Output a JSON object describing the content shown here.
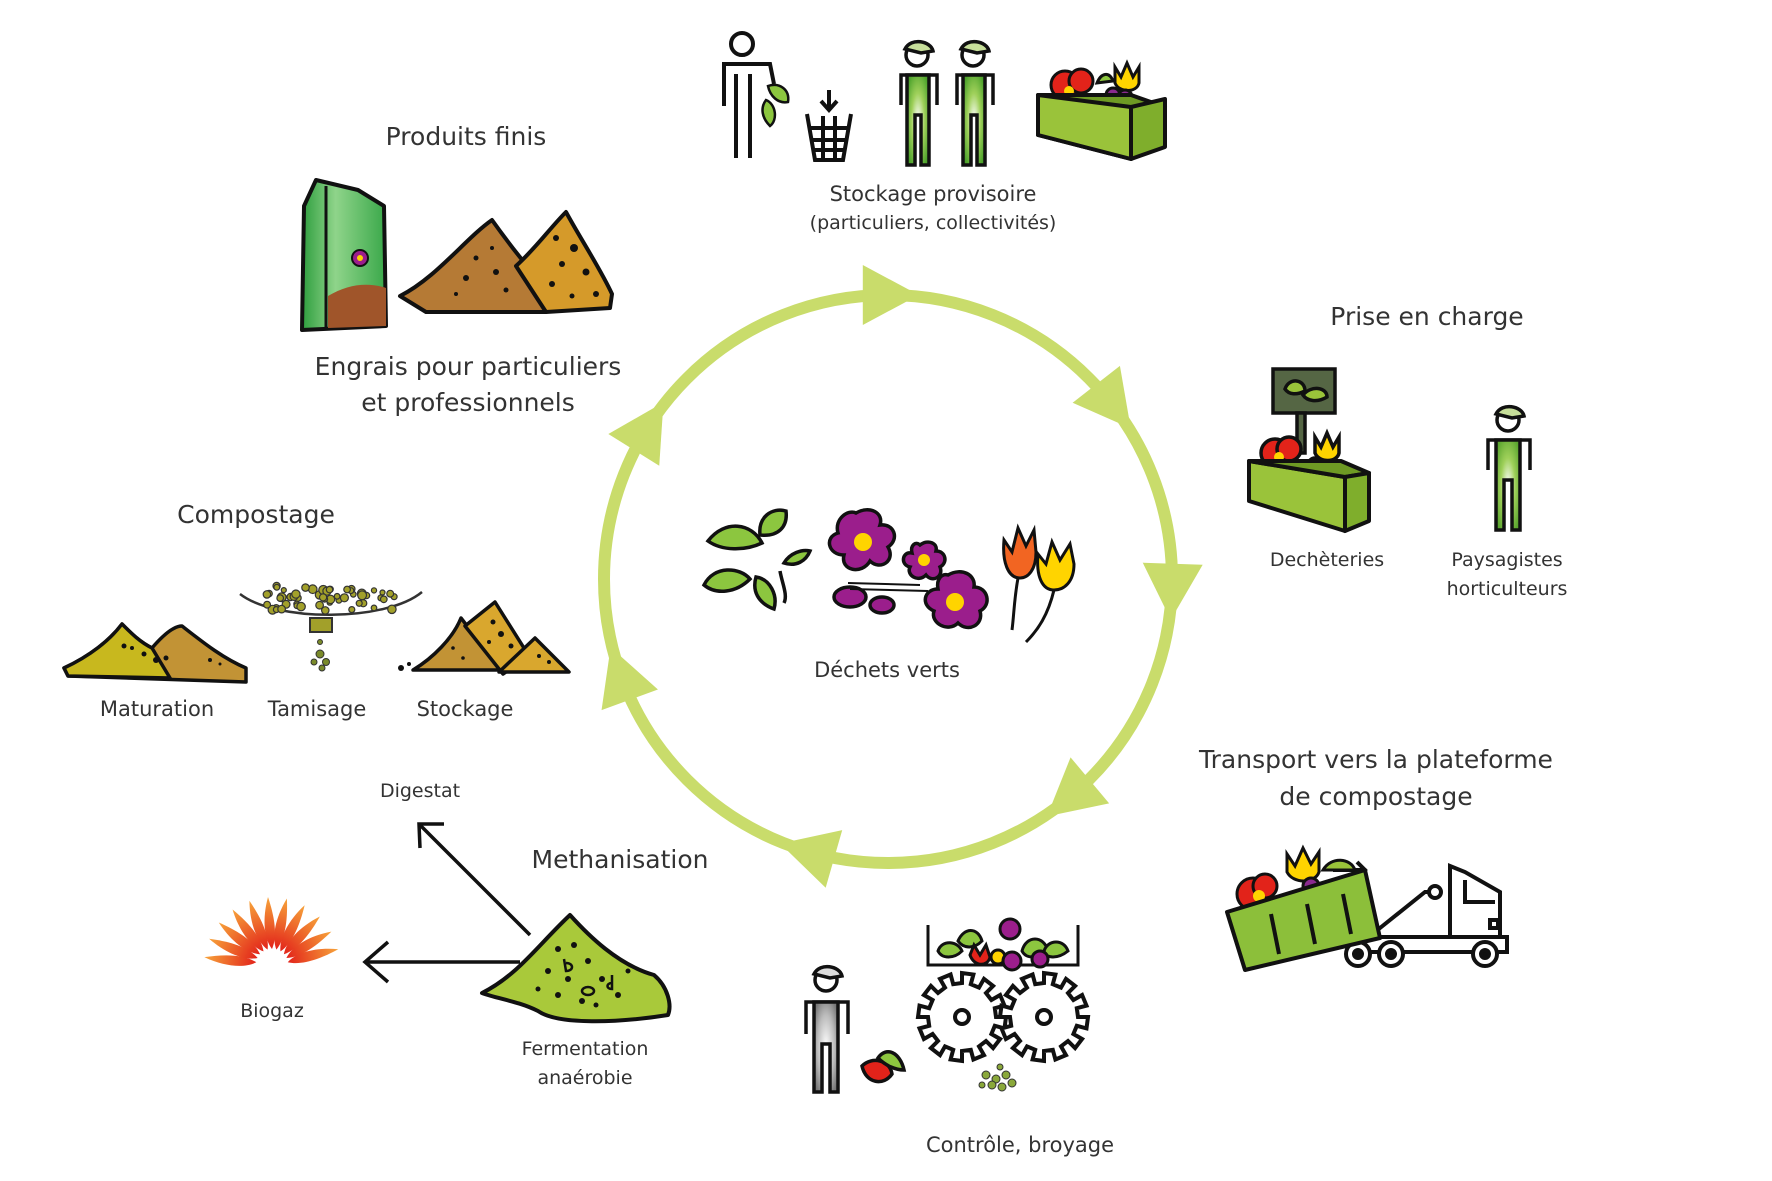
{
  "title": "Cycle de valorisation des déchets verts",
  "colors": {
    "cycle": "#c9dc6b",
    "text": "#333333",
    "leaf_green": "#8cc63f",
    "overall_green": "#7fbf3a",
    "flower_purple": "#9b1e8c",
    "flower_red": "#e2231a",
    "flower_yellow": "#ffd400",
    "tulip_orange": "#f26522",
    "compost_brown": "#c28a3a",
    "compost_gold": "#d9a72e",
    "fermentation_green": "#a9c93a"
  },
  "center": {
    "label": "Déchets verts",
    "icons": [
      "leaves-icon",
      "purple-flowers-icon",
      "tulips-icon"
    ]
  },
  "cycle": {
    "direction": "clockwise",
    "arrow_count": 7
  },
  "stages": {
    "stockage": {
      "title": "Stockage provisoire",
      "subtitle": "(particuliers, collectivités)",
      "icons": [
        "person-throwing-icon",
        "trash-bin-icon",
        "two-gardeners-icon",
        "flower-bin-icon"
      ]
    },
    "prise_en_charge": {
      "title": "Prise en charge",
      "items": [
        {
          "label": "Dechèteries",
          "icon": "recycling-center-bin-icon"
        },
        {
          "label_line1": "Paysagistes",
          "label_line2": "horticulteurs",
          "icon": "gardener-icon"
        }
      ]
    },
    "transport": {
      "title_line1": "Transport vers la plateforme",
      "title_line2": "de compostage",
      "icon": "dump-truck-icon"
    },
    "controle": {
      "title": "Contrôle, broyage",
      "icons": [
        "inspector-icon",
        "shredder-gears-icon"
      ]
    },
    "methanisation": {
      "title": "Methanisation",
      "pile_label_line1": "Fermentation",
      "pile_label_line2": "anaérobie",
      "outputs": [
        {
          "label": "Digestat",
          "icon": "arrow-up-left-icon"
        },
        {
          "label": "Biogaz",
          "icon": "flame-icon"
        }
      ]
    },
    "compostage": {
      "title": "Compostage",
      "steps": [
        "Maturation",
        "Tamisage",
        "Stockage"
      ]
    },
    "produits_finis": {
      "title": "Produits finis",
      "caption_line1": "Engrais pour particuliers",
      "caption_line2": "et professionnels",
      "icons": [
        "fertilizer-bag-icon",
        "compost-piles-icon"
      ]
    }
  }
}
